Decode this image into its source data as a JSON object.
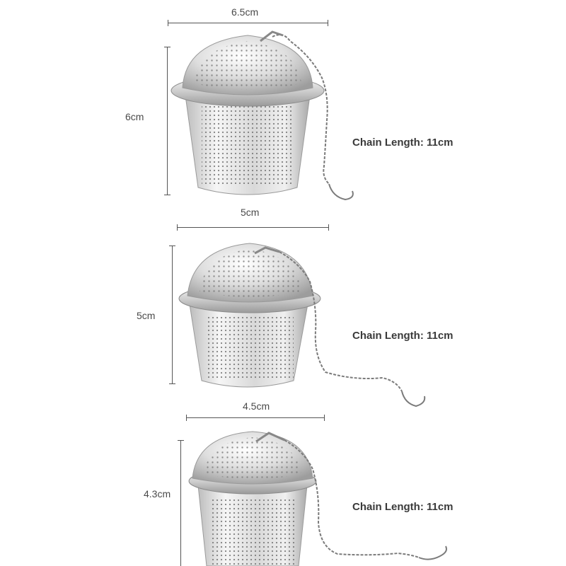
{
  "product": {
    "items": [
      {
        "width_label": "6.5cm",
        "height_label": "6cm",
        "chain_label": "Chain Length: 11cm"
      },
      {
        "width_label": "5cm",
        "height_label": "5cm",
        "chain_label": "Chain Length: 11cm"
      },
      {
        "width_label": "4.5cm",
        "height_label": "4.3cm",
        "chain_label": "Chain Length: 11cm"
      }
    ],
    "colors": {
      "steel_light": "#f4f4f4",
      "steel_mid": "#c9c9c9",
      "steel_dark": "#8a8a8a",
      "dim_line": "#555555"
    },
    "icons": [
      "tea-infuser-large",
      "tea-infuser-medium",
      "tea-infuser-small",
      "chain-with-hook"
    ]
  }
}
